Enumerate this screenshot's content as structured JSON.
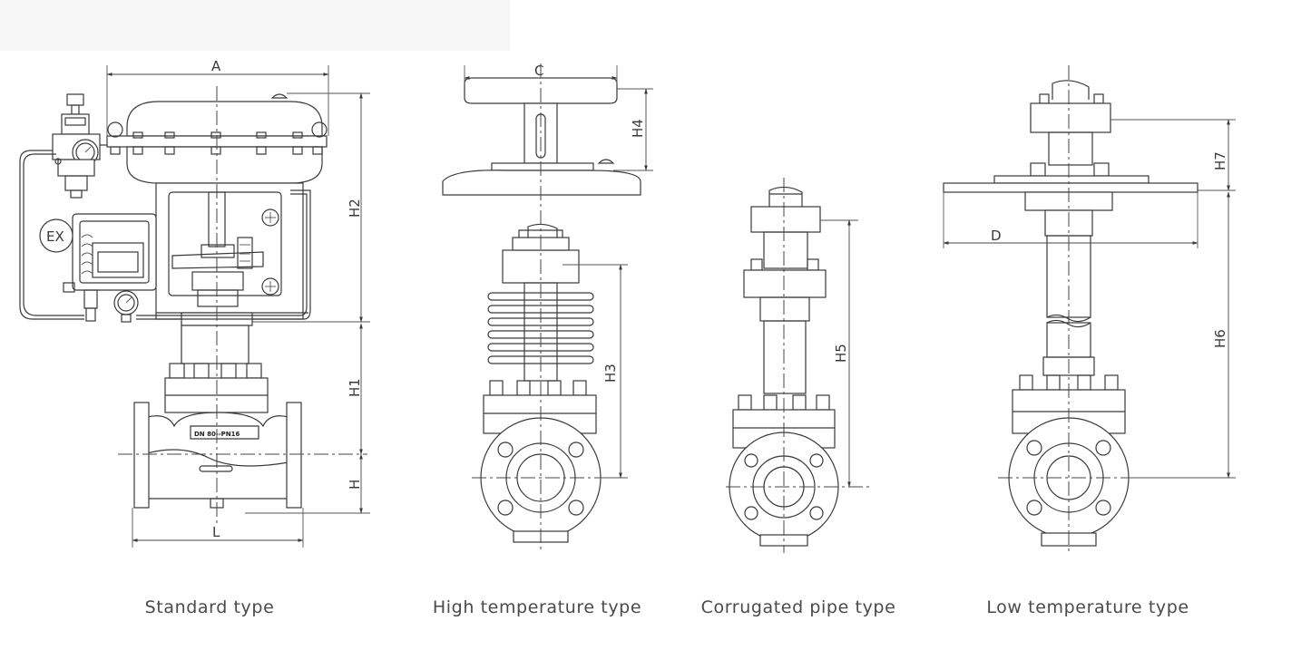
{
  "captions": {
    "standard": "Standard type",
    "high_temp": "High temperature type",
    "corrugated": "Corrugated pipe type",
    "low_temp": "Low temperature type"
  },
  "dimensions": {
    "A": "A",
    "L": "L",
    "H": "H",
    "H1": "H1",
    "H2": "H2",
    "C": "C",
    "H3": "H3",
    "H4": "H4",
    "H5": "H5",
    "D": "D",
    "H6": "H6",
    "H7": "H7"
  },
  "nameplate": "DN 80--PN16",
  "ex_mark": "EX",
  "colors": {
    "line": "#3a3a3a",
    "background": "#ffffff",
    "caption": "#4a4a4a"
  }
}
